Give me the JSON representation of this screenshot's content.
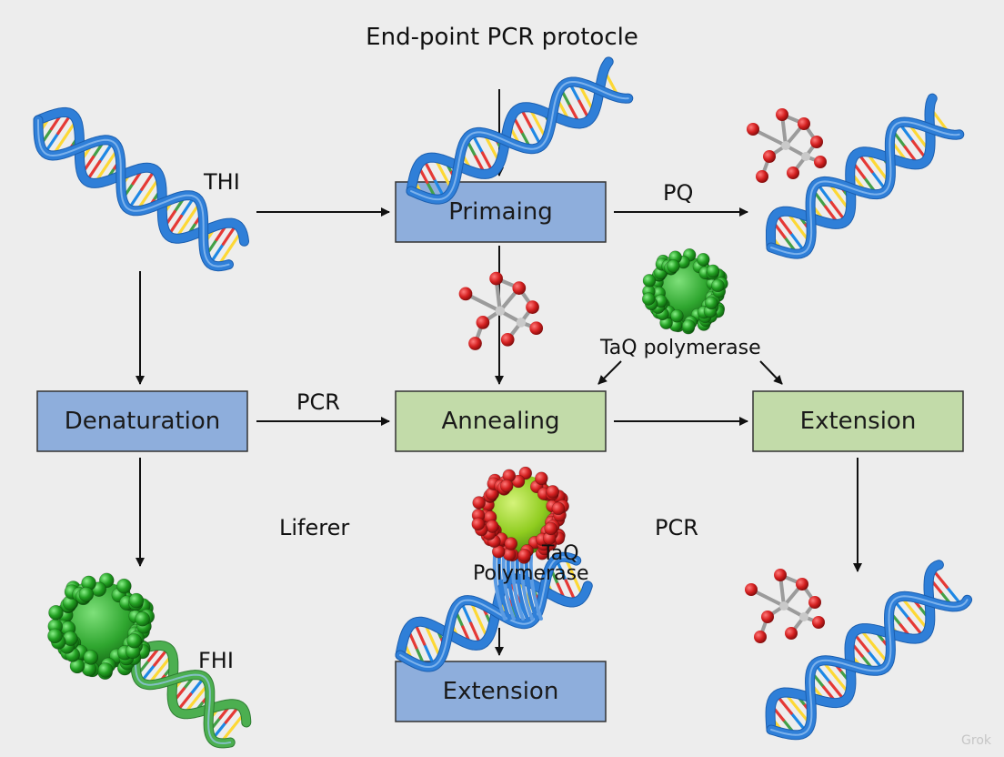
{
  "title": "End-point PCR protocle",
  "colors": {
    "background": "#ededed",
    "box_blue": "#8eaedc",
    "box_green": "#c2dba9",
    "dna_backbone": "#2f7fd8",
    "enzyme_green": "#2fa62f",
    "molecule_red": "#d42020"
  },
  "boxes": {
    "priming": "Primaing",
    "denaturation": "Denaturation",
    "annealing": "Annealing",
    "extension_right": "Extension",
    "extension_bottom": "Extension"
  },
  "labels": {
    "thi": "THI",
    "pq": "PQ",
    "pcr_left": "PCR",
    "pcr_right": "PCR",
    "liferer": "Liferer",
    "taq_polymerase": "TaQ polymerase",
    "taq_line1": "TaQ",
    "taq_line2": "Polymerase",
    "fhi": "FHI"
  },
  "watermark": "Grok"
}
